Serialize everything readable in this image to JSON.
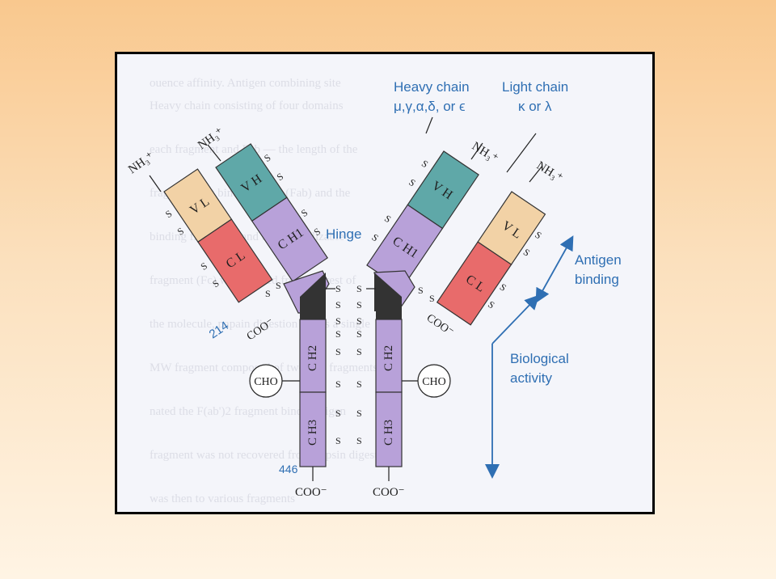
{
  "labels": {
    "heavy_chain_title": "Heavy chain",
    "heavy_chain_types": "μ,γ,α,δ, or ϵ",
    "light_chain_title": "Light chain",
    "light_chain_types": "κ or λ",
    "hinge": "Hinge",
    "antigen_binding_line1": "Antigen",
    "antigen_binding_line2": "binding",
    "biological_activity_line1": "Biological",
    "biological_activity_line2": "activity",
    "residue_214": "214",
    "residue_446": "446",
    "nh3": "NH₃⁺",
    "coo": "COO⁻",
    "cho": "CHO",
    "sulfur": "S"
  },
  "domains": {
    "vh": "V H",
    "vl": "V L",
    "ch1": "C H1",
    "cl": "C L",
    "ch2": "C H2",
    "ch3": "C H3"
  },
  "colors": {
    "vh": "#5fa8a8",
    "vl": "#f2d2a6",
    "ch": "#b8a1d9",
    "cl": "#e86b6b",
    "hinge": "#333333",
    "accent": "#2f6fb3"
  },
  "icons": {
    "antigen_arrow": "double-arrow",
    "bio_arrow": "double-arrow"
  }
}
